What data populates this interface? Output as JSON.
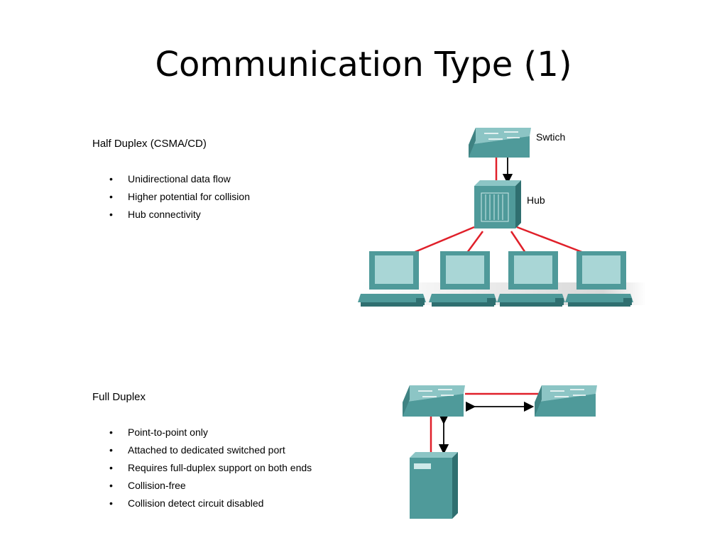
{
  "slide": {
    "title": "Communication Type (1)"
  },
  "half_duplex": {
    "heading": "Half Duplex (CSMA/CD)",
    "bullets": [
      "Unidirectional data flow",
      "Higher potential for collision",
      "Hub connectivity"
    ],
    "switch_label": "Swtich",
    "hub_label": "Hub",
    "link_color": "#e0202a"
  },
  "full_duplex": {
    "heading": "Full Duplex",
    "bullets": [
      "Point-to-point only",
      "Attached to dedicated switched port",
      "Requires full-duplex support on both ends",
      "Collision-free",
      "Collision detect circuit disabled"
    ],
    "link_color": "#e0202a"
  },
  "colors": {
    "device_face": "#4f9a9a",
    "device_top": "#8cc5c5",
    "device_dark": "#2f6f70",
    "screen": "#a9d6d6"
  }
}
